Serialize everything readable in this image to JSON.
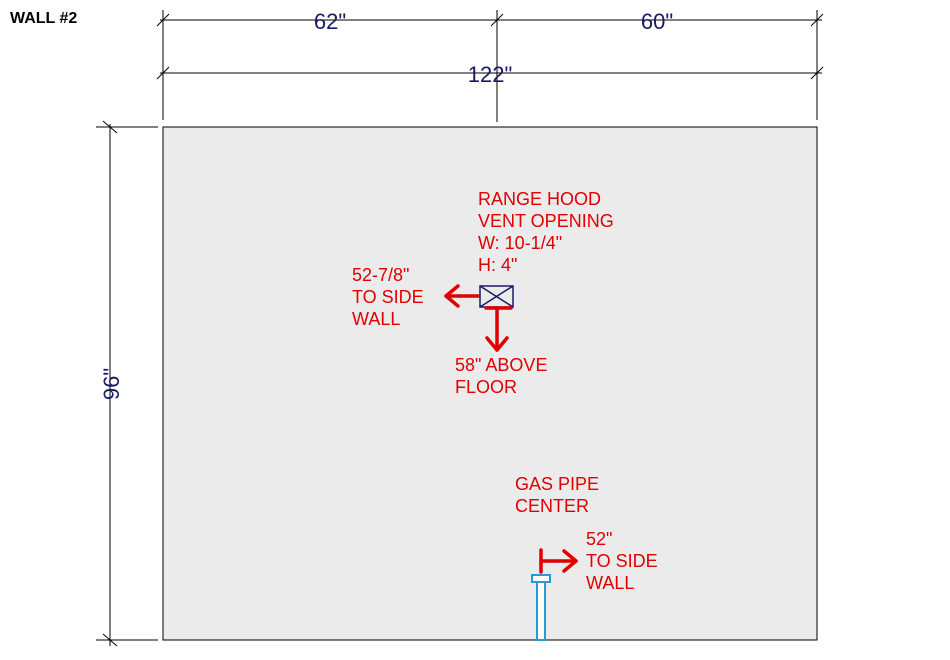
{
  "title": "WALL #2",
  "dimensions": {
    "left": "62\"",
    "right": "60\"",
    "total": "122\"",
    "height": "96\""
  },
  "notes": {
    "hood": [
      "RANGE HOOD",
      "VENT OPENING",
      "W: 10-1/4\"",
      "H: 4\""
    ],
    "hood_side": [
      "52-7/8\"",
      "TO SIDE",
      "WALL"
    ],
    "hood_floor": [
      "58\" ABOVE",
      "FLOOR"
    ],
    "gas": [
      "GAS PIPE",
      "CENTER"
    ],
    "gas_side": [
      "52\"",
      "TO SIDE",
      "WALL"
    ]
  },
  "colors": {
    "wall_fill": "#ebebeb",
    "dimension_text": "#1a1a66",
    "annotation": "#e00000",
    "pipe": "#2a9ad6"
  }
}
